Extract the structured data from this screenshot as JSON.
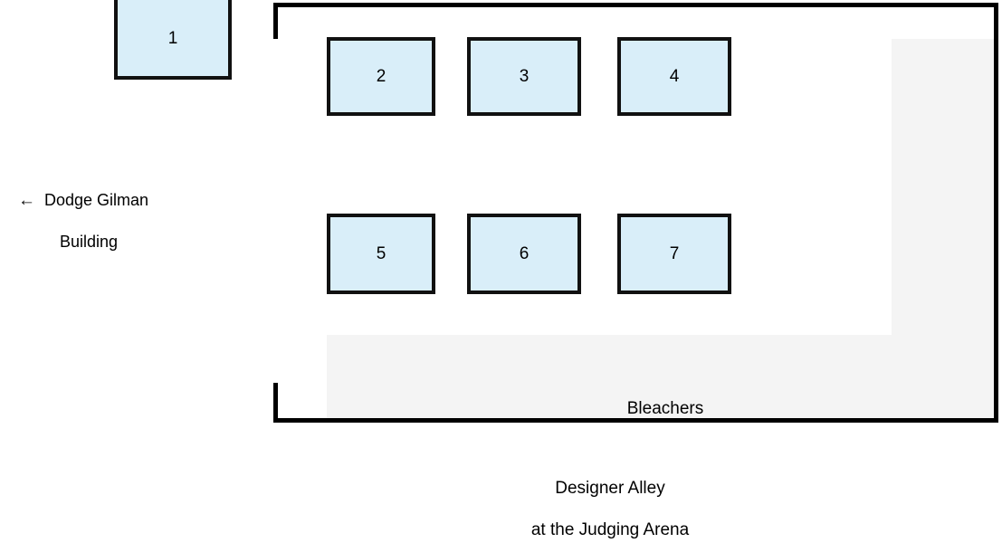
{
  "map": {
    "title": "Designer Alley",
    "subtitle": "at the Judging Arena",
    "colors": {
      "booth_fill": "#d9eef9",
      "booth_stroke": "#111111",
      "bleachers_fill": "#f4f4f4",
      "wall_stroke": "#000000",
      "text": "#000000",
      "background": "#ffffff"
    },
    "booths": [
      {
        "number": "1"
      },
      {
        "number": "2"
      },
      {
        "number": "3"
      },
      {
        "number": "4"
      },
      {
        "number": "5"
      },
      {
        "number": "6"
      },
      {
        "number": "7"
      }
    ],
    "bleachers": {
      "label": "Bleachers"
    },
    "direction_note": {
      "arrow_icon": "left-arrow-icon",
      "arrow_glyph": "←",
      "line_1": "Dodge Gilman",
      "line_2": "Building"
    }
  }
}
